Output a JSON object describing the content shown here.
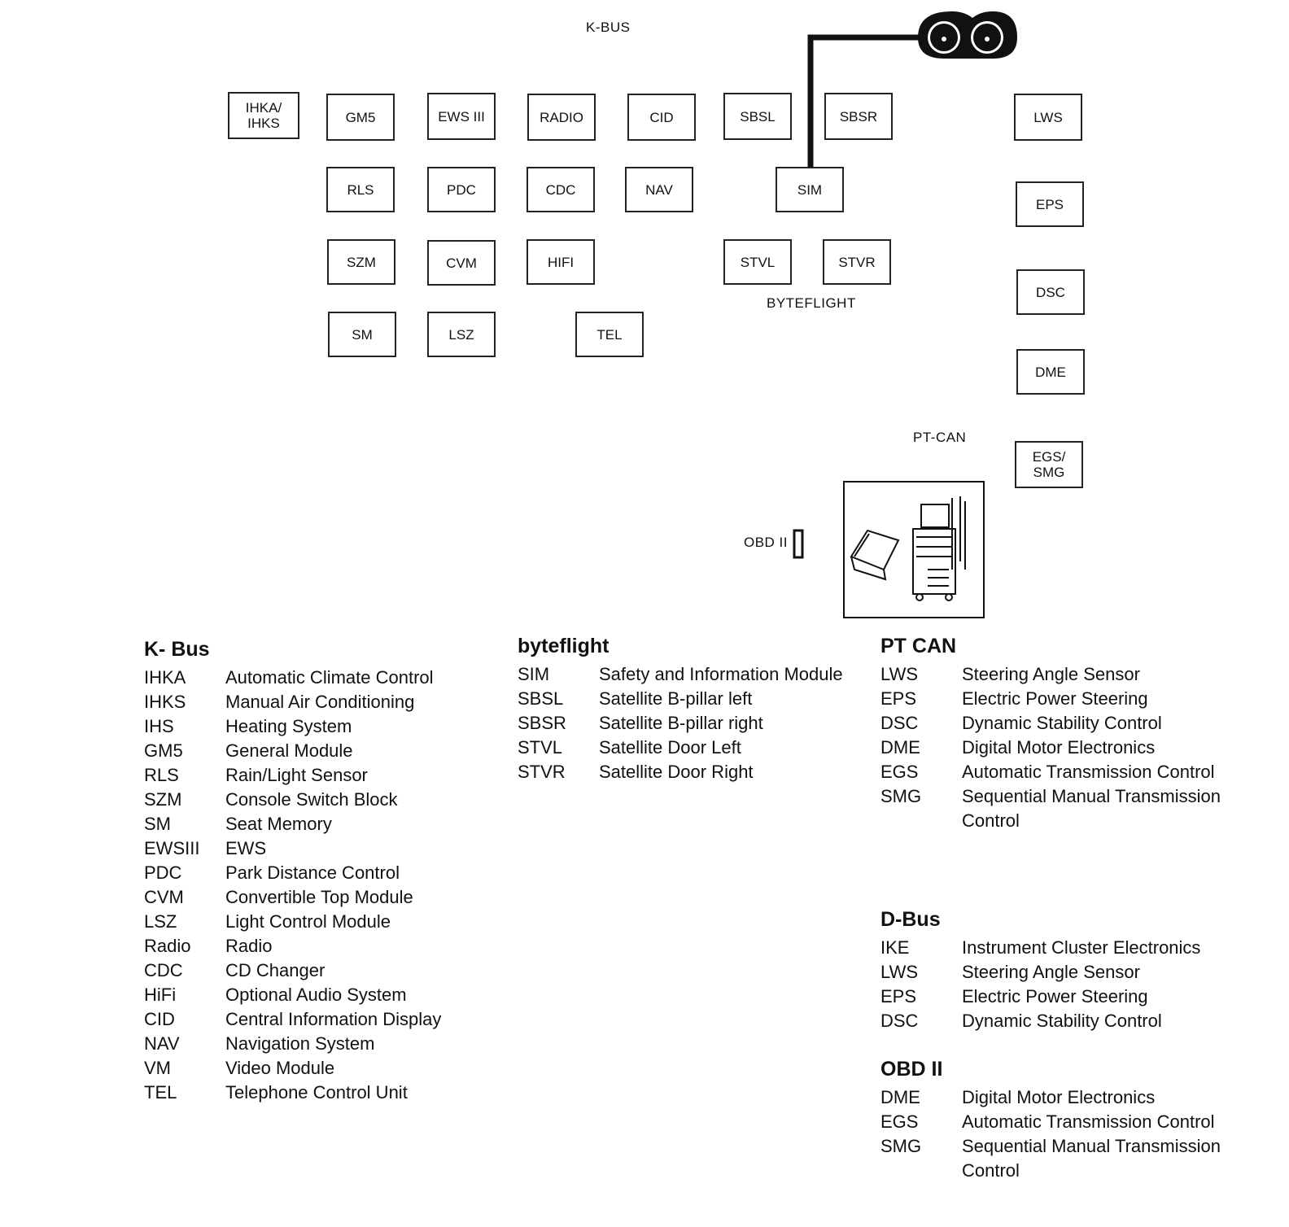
{
  "labels": {
    "kbus": "K-BUS",
    "byteflight": "BYTEFLIGHT",
    "ptcan": "PT-CAN",
    "obd": "OBD II"
  },
  "icons": {
    "cluster": "instrument-cluster-icon",
    "tester": "diagnostic-tester-icon",
    "obd_port": "obd-port-icon"
  },
  "modules": {
    "ihka": "IHKA/\nIHKS",
    "gm5": "GM5",
    "ews": "EWS III",
    "radio": "RADIO",
    "cid": "CID",
    "sbsl": "SBSL",
    "sbsr": "SBSR",
    "lws": "LWS",
    "rls": "RLS",
    "pdc": "PDC",
    "cdc": "CDC",
    "nav": "NAV",
    "sim": "SIM",
    "eps": "EPS",
    "szm": "SZM",
    "cvm": "CVM",
    "hifi": "HIFI",
    "stvl": "STVL",
    "stvr": "STVR",
    "dsc": "DSC",
    "sm": "SM",
    "lsz": "LSZ",
    "tel": "TEL",
    "dme": "DME",
    "egs": "EGS/\nSMG"
  },
  "legend": {
    "kbus": {
      "title": "K- Bus",
      "items": [
        {
          "abbr": "IHKA",
          "desc": "Automatic Climate Control"
        },
        {
          "abbr": "IHKS",
          "desc": "Manual Air Conditioning"
        },
        {
          "abbr": "IHS",
          "desc": "Heating System"
        },
        {
          "abbr": "GM5",
          "desc": "General Module"
        },
        {
          "abbr": "RLS",
          "desc": "Rain/Light Sensor"
        },
        {
          "abbr": "SZM",
          "desc": "Console Switch Block"
        },
        {
          "abbr": "SM",
          "desc": "Seat Memory"
        },
        {
          "abbr": "EWSIII",
          "desc": "EWS"
        },
        {
          "abbr": "PDC",
          "desc": "Park Distance Control"
        },
        {
          "abbr": "CVM",
          "desc": "Convertible Top Module"
        },
        {
          "abbr": "LSZ",
          "desc": "Light Control Module"
        },
        {
          "abbr": "Radio",
          "desc": "Radio"
        },
        {
          "abbr": "CDC",
          "desc": "CD Changer"
        },
        {
          "abbr": "HiFi",
          "desc": "Optional Audio System"
        },
        {
          "abbr": "CID",
          "desc": "Central Information Display"
        },
        {
          "abbr": "NAV",
          "desc": "Navigation System"
        },
        {
          "abbr": "VM",
          "desc": "Video Module"
        },
        {
          "abbr": "TEL",
          "desc": "Telephone Control Unit"
        }
      ]
    },
    "byteflight": {
      "title": "byteflight",
      "items": [
        {
          "abbr": "SIM",
          "desc": "Safety and Information Module"
        },
        {
          "abbr": "SBSL",
          "desc": "Satellite B-pillar left"
        },
        {
          "abbr": "SBSR",
          "desc": "Satellite B-pillar right"
        },
        {
          "abbr": "STVL",
          "desc": "Satellite Door Left"
        },
        {
          "abbr": "STVR",
          "desc": "Satellite Door Right"
        }
      ]
    },
    "ptcan": {
      "title": "PT CAN",
      "items": [
        {
          "abbr": "LWS",
          "desc": "Steering Angle Sensor"
        },
        {
          "abbr": "EPS",
          "desc": "Electric Power Steering"
        },
        {
          "abbr": "DSC",
          "desc": "Dynamic Stability Control"
        },
        {
          "abbr": "DME",
          "desc": "Digital Motor Electronics"
        },
        {
          "abbr": "EGS",
          "desc": "Automatic Transmission Control"
        },
        {
          "abbr": "SMG",
          "desc": "Sequential Manual Transmission Control"
        }
      ]
    },
    "dbus": {
      "title": "D-Bus",
      "items": [
        {
          "abbr": "IKE",
          "desc": "Instrument Cluster Electronics"
        },
        {
          "abbr": "LWS",
          "desc": "Steering Angle Sensor"
        },
        {
          "abbr": "EPS",
          "desc": "Electric Power Steering"
        },
        {
          "abbr": "DSC",
          "desc": "Dynamic Stability Control"
        }
      ]
    },
    "obd": {
      "title": "OBD II",
      "items": [
        {
          "abbr": "DME",
          "desc": "Digital Motor Electronics"
        },
        {
          "abbr": "EGS",
          "desc": "Automatic Transmission Control"
        },
        {
          "abbr": "SMG",
          "desc": "Sequential Manual Transmission Control"
        }
      ]
    }
  }
}
